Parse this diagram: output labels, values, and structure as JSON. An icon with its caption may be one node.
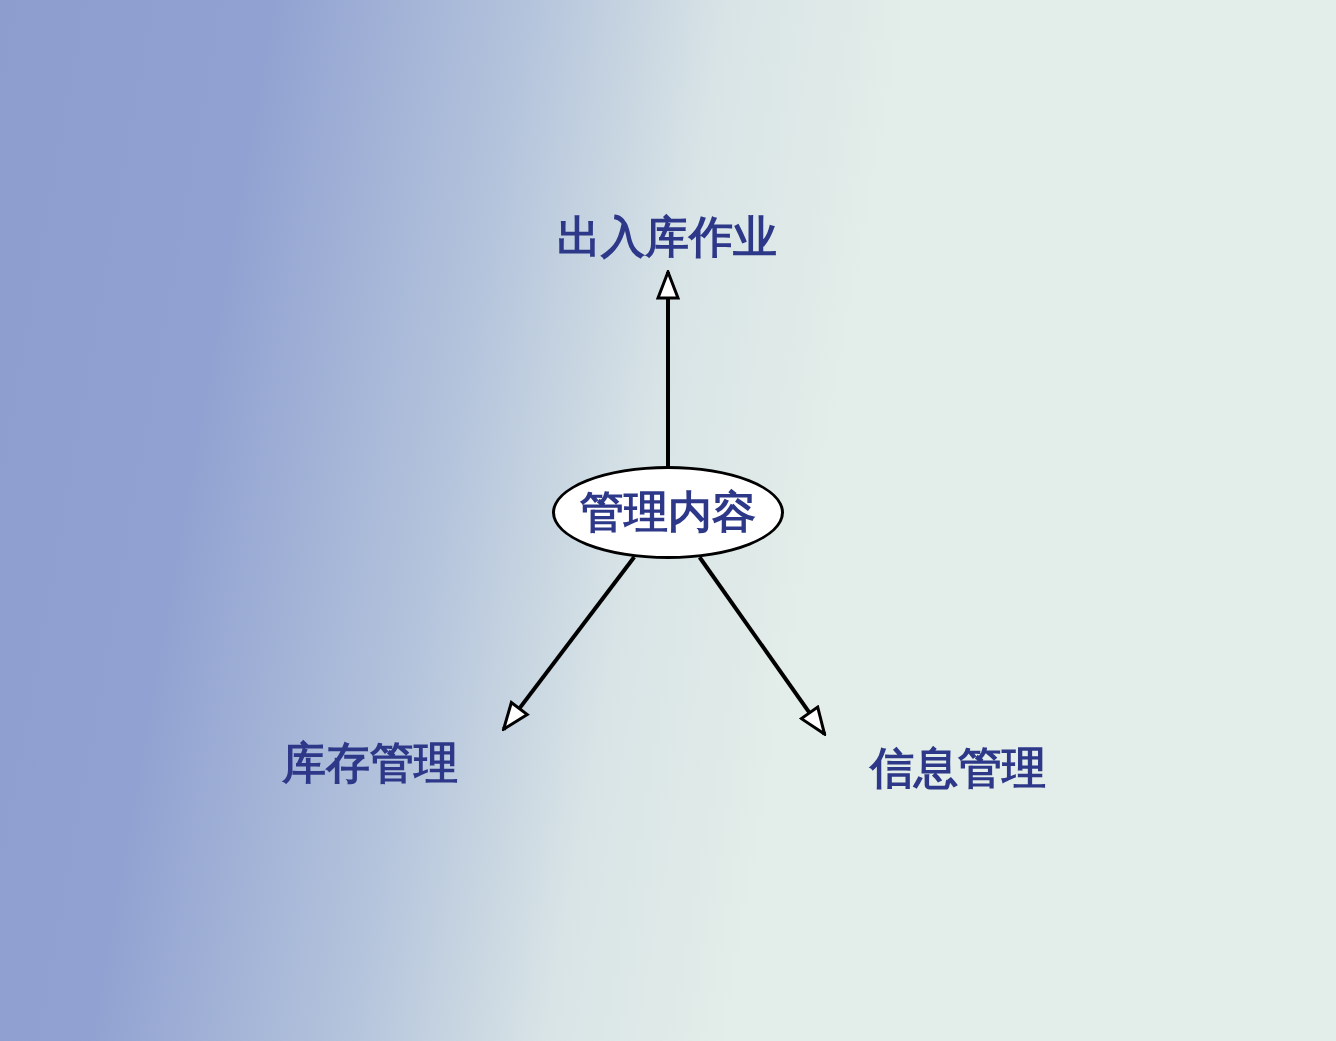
{
  "diagram": {
    "nodes": [
      {
        "text": [
          "管理内容"
        ]
      },
      {
        "text": [
          "出入库作业"
        ]
      },
      {
        "text": [
          "库存管理"
        ]
      },
      {
        "text": [
          "信息管理"
        ]
      }
    ],
    "edges": [
      {
        "from": 0,
        "to": 1,
        "arrow": "to"
      },
      {
        "from": 0,
        "to": 2,
        "arrow": "to"
      },
      {
        "from": 0,
        "to": 3,
        "arrow": "to"
      }
    ]
  }
}
